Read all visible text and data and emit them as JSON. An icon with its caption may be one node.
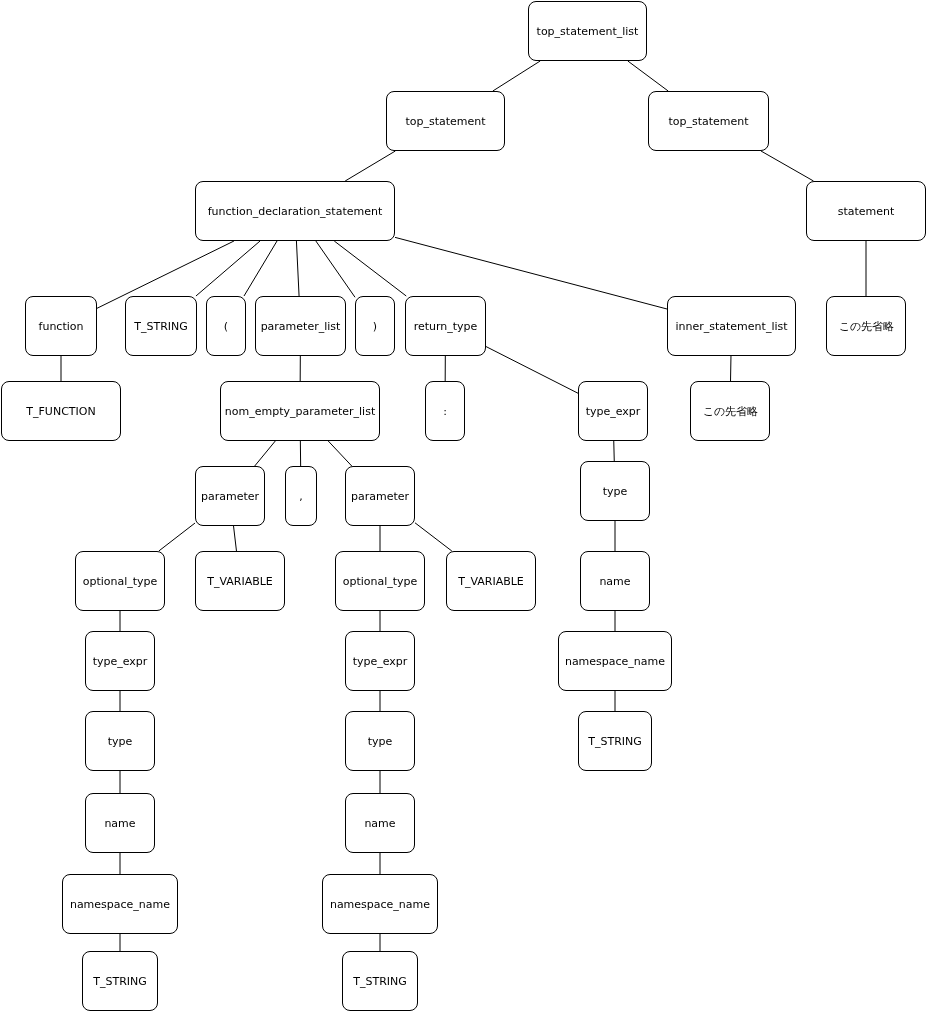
{
  "diagram": {
    "nodes": [
      {
        "text": [
          "top_statement_list"
        ]
      },
      {
        "text": [
          "top_statement"
        ]
      },
      {
        "text": [
          "top_statement"
        ]
      },
      {
        "text": [
          "function_declaration_statement"
        ]
      },
      {
        "text": [
          "statement"
        ]
      },
      {
        "text": [
          "function"
        ]
      },
      {
        "text": [
          "T_STRING"
        ]
      },
      {
        "text": [
          "("
        ]
      },
      {
        "text": [
          "parameter_list"
        ]
      },
      {
        "text": [
          ")"
        ]
      },
      {
        "text": [
          "return_type"
        ]
      },
      {
        "text": [
          "inner_statement_list"
        ]
      },
      {
        "text": [
          "この先省略"
        ]
      },
      {
        "text": [
          "T_FUNCTION"
        ]
      },
      {
        "text": [
          "nom_empty_parameter_list"
        ]
      },
      {
        "text": [
          ":"
        ]
      },
      {
        "text": [
          "type_expr"
        ]
      },
      {
        "text": [
          "この先省略"
        ]
      },
      {
        "text": [
          "parameter"
        ]
      },
      {
        "text": [
          ","
        ]
      },
      {
        "text": [
          "parameter"
        ]
      },
      {
        "text": [
          "type"
        ]
      },
      {
        "text": [
          "optional_type"
        ]
      },
      {
        "text": [
          "T_VARIABLE"
        ]
      },
      {
        "text": [
          "optional_type"
        ]
      },
      {
        "text": [
          "T_VARIABLE"
        ]
      },
      {
        "text": [
          "name"
        ]
      },
      {
        "text": [
          "type_expr"
        ]
      },
      {
        "text": [
          "type_expr"
        ]
      },
      {
        "text": [
          "namespace_name"
        ]
      },
      {
        "text": [
          "type"
        ]
      },
      {
        "text": [
          "type"
        ]
      },
      {
        "text": [
          "T_STRING"
        ]
      },
      {
        "text": [
          "name"
        ]
      },
      {
        "text": [
          "name"
        ]
      },
      {
        "text": [
          "namespace_name"
        ]
      },
      {
        "text": [
          "namespace_name"
        ]
      },
      {
        "text": [
          "T_STRING"
        ]
      },
      {
        "text": [
          "T_STRING"
        ]
      }
    ],
    "edges": [
      {
        "from": 0,
        "to": 1,
        "arrow": "none"
      },
      {
        "from": 0,
        "to": 2,
        "arrow": "none"
      },
      {
        "from": 1,
        "to": 3,
        "arrow": "none"
      },
      {
        "from": 2,
        "to": 4,
        "arrow": "none"
      },
      {
        "from": 3,
        "to": 5,
        "arrow": "none"
      },
      {
        "from": 3,
        "to": 6,
        "arrow": "none"
      },
      {
        "from": 3,
        "to": 7,
        "arrow": "none"
      },
      {
        "from": 3,
        "to": 8,
        "arrow": "none"
      },
      {
        "from": 3,
        "to": 9,
        "arrow": "none"
      },
      {
        "from": 3,
        "to": 10,
        "arrow": "none"
      },
      {
        "from": 3,
        "to": 11,
        "arrow": "none"
      },
      {
        "from": 4,
        "to": 12,
        "arrow": "none"
      },
      {
        "from": 5,
        "to": 13,
        "arrow": "none"
      },
      {
        "from": 8,
        "to": 14,
        "arrow": "none"
      },
      {
        "from": 10,
        "to": 15,
        "arrow": "none"
      },
      {
        "from": 10,
        "to": 16,
        "arrow": "none"
      },
      {
        "from": 11,
        "to": 17,
        "arrow": "none"
      },
      {
        "from": 14,
        "to": 18,
        "arrow": "none"
      },
      {
        "from": 14,
        "to": 19,
        "arrow": "none"
      },
      {
        "from": 14,
        "to": 20,
        "arrow": "none"
      },
      {
        "from": 16,
        "to": 21,
        "arrow": "none"
      },
      {
        "from": 18,
        "to": 22,
        "arrow": "none"
      },
      {
        "from": 18,
        "to": 23,
        "arrow": "none"
      },
      {
        "from": 20,
        "to": 24,
        "arrow": "none"
      },
      {
        "from": 20,
        "to": 25,
        "arrow": "none"
      },
      {
        "from": 21,
        "to": 26,
        "arrow": "none"
      },
      {
        "from": 22,
        "to": 27,
        "arrow": "none"
      },
      {
        "from": 24,
        "to": 28,
        "arrow": "none"
      },
      {
        "from": 26,
        "to": 29,
        "arrow": "none"
      },
      {
        "from": 27,
        "to": 30,
        "arrow": "none"
      },
      {
        "from": 28,
        "to": 31,
        "arrow": "none"
      },
      {
        "from": 29,
        "to": 32,
        "arrow": "none"
      },
      {
        "from": 30,
        "to": 33,
        "arrow": "none"
      },
      {
        "from": 31,
        "to": 34,
        "arrow": "none"
      },
      {
        "from": 33,
        "to": 35,
        "arrow": "none"
      },
      {
        "from": 34,
        "to": 36,
        "arrow": "none"
      },
      {
        "from": 35,
        "to": 37,
        "arrow": "none"
      },
      {
        "from": 36,
        "to": 38,
        "arrow": "none"
      }
    ]
  }
}
